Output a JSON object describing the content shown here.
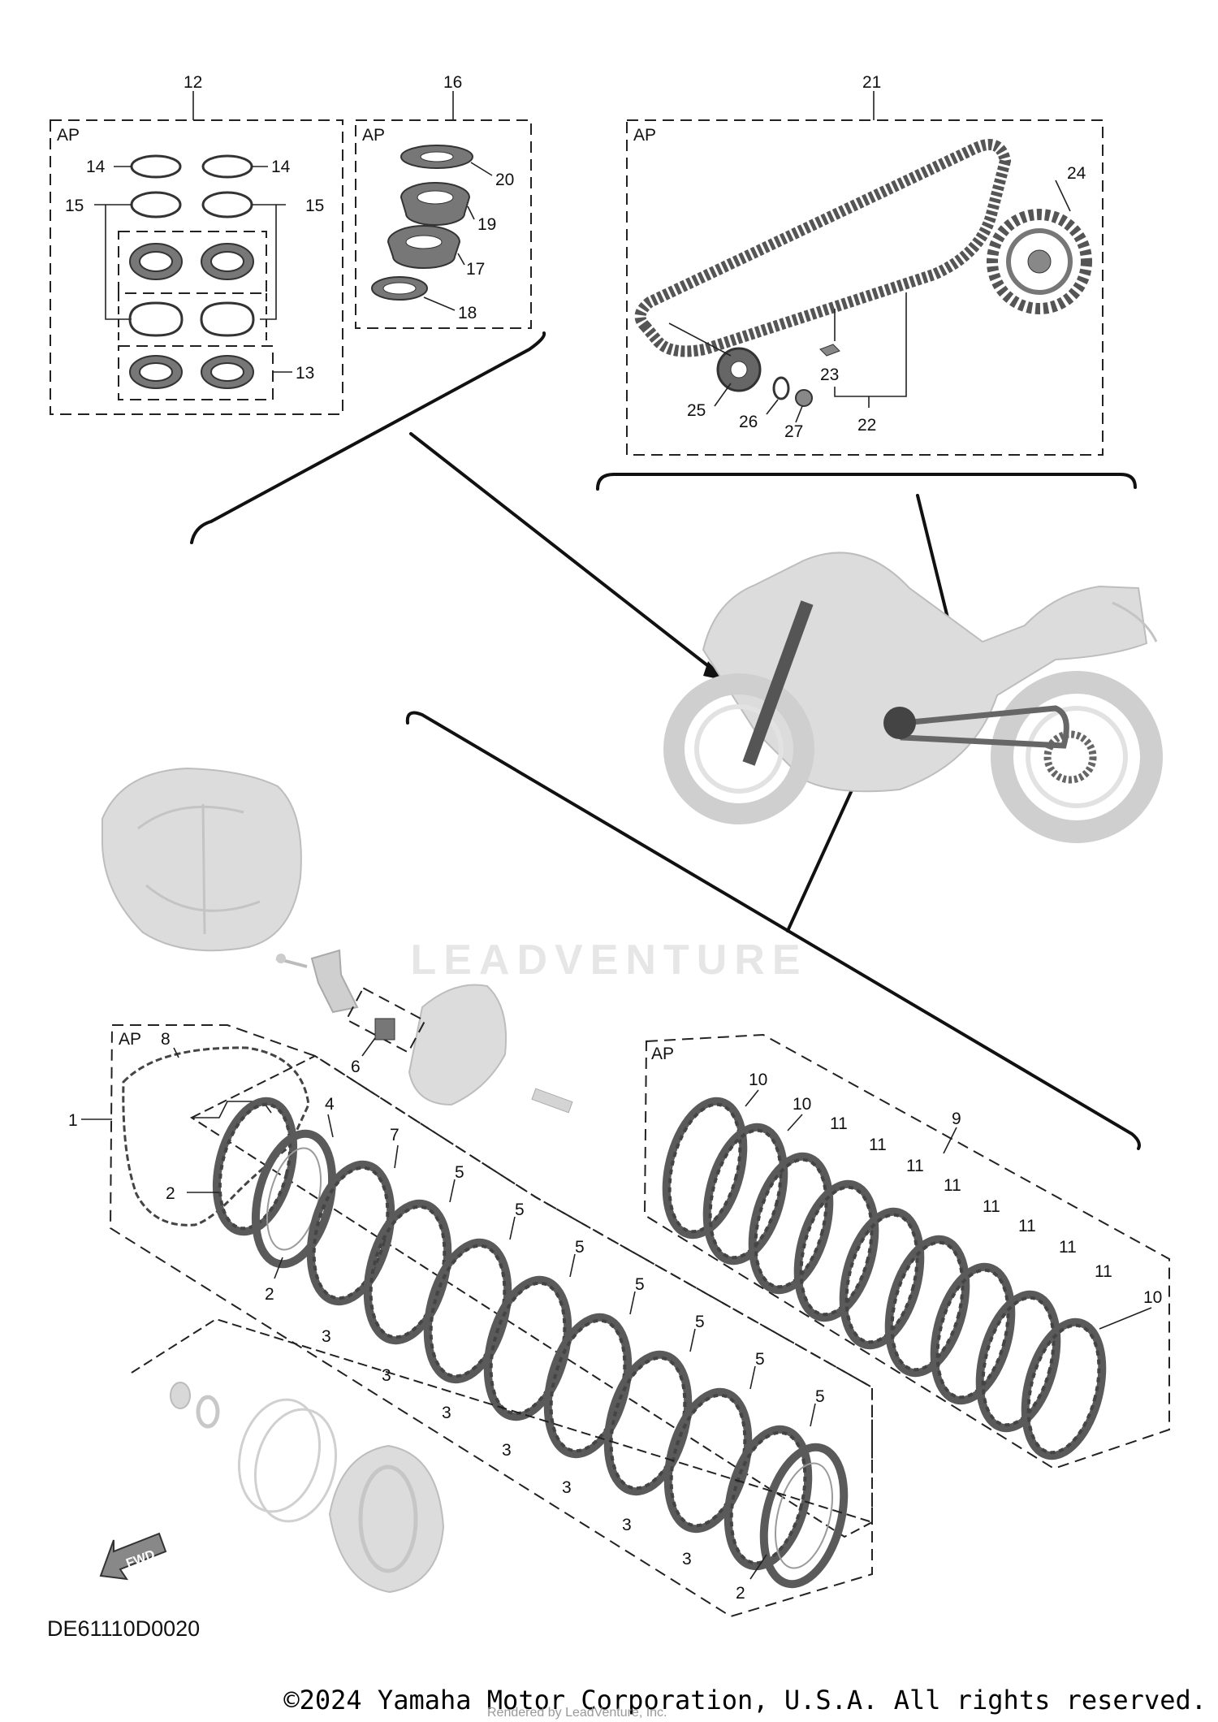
{
  "diagram_code": "DE61110D0020",
  "copyright": "©2024 Yamaha Motor Corporation, U.S.A. All rights reserved.",
  "watermark": "LEADVENTURE",
  "rendered_by": "Rendered by LeadVenture, Inc.",
  "fwd_label": "FWD",
  "ap_label": "AP",
  "callouts": {
    "c1": "1",
    "c2a": "2",
    "c2b": "2",
    "c2c": "2",
    "c3a": "3",
    "c3b": "3",
    "c3c": "3",
    "c3d": "3",
    "c3e": "3",
    "c3f": "3",
    "c3g": "3",
    "c3h": "3",
    "c4": "4",
    "c5a": "5",
    "c5b": "5",
    "c5c": "5",
    "c5d": "5",
    "c5e": "5",
    "c5f": "5",
    "c5g": "5",
    "c6": "6",
    "c7": "7",
    "c8": "8",
    "c9": "9",
    "c10a": "10",
    "c10b": "10",
    "c10c": "10",
    "c11a": "11",
    "c11b": "11",
    "c11c": "11",
    "c11d": "11",
    "c11e": "11",
    "c11f": "11",
    "c11g": "11",
    "c11h": "11",
    "c12": "12",
    "c13": "13",
    "c14a": "14",
    "c14b": "14",
    "c15a": "15",
    "c15b": "15",
    "c16": "16",
    "c17": "17",
    "c18": "18",
    "c19": "19",
    "c20": "20",
    "c21": "21",
    "c22": "22",
    "c23": "23",
    "c24": "24",
    "c25": "25",
    "c26": "26",
    "c27": "27"
  }
}
